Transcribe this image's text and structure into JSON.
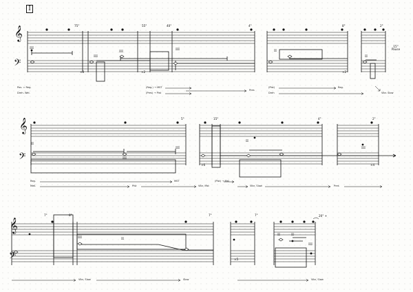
{
  "section": "I",
  "systems": [
    {
      "durations": [
        "75\"",
        "55\"",
        "40\"",
        "4\"",
        "8\"",
        "2\"",
        "15\" Pause"
      ],
      "multipliers": [
        "×3",
        "×2",
        "×2"
      ],
      "bass_marks": [
        "III",
        "III",
        "III",
        "III",
        "II",
        "II"
      ],
      "instructions": [
        {
          "text": "Pos. = Reg."
        },
        {
          "text": "Dreh. Wel."
        },
        {
          "text": "(Reg.) → MST"
        },
        {
          "text": "(Pres) → Pist"
        },
        {
          "text": "Pres"
        },
        {
          "text": "(Pist)"
        },
        {
          "text": "Dreh"
        },
        {
          "text": "Reg."
        },
        {
          "text": "Vibr. Slow"
        }
      ]
    },
    {
      "durations": [
        "5\"",
        "15\"",
        "4\"",
        "2\""
      ],
      "multipliers": [
        "×6",
        "×4"
      ],
      "bass_marks": [
        "II",
        "II",
        "III",
        "III",
        "III"
      ],
      "instructions": [
        {
          "text": "Reg."
        },
        {
          "text": "Mell."
        },
        {
          "text": "Pist"
        },
        {
          "text": "MST"
        },
        {
          "text": "Vibr, Mst"
        },
        {
          "text": "(Pist) → Mst"
        },
        {
          "text": "Vibr, Slow"
        },
        {
          "text": "Pres"
        }
      ]
    },
    {
      "durations": [
        "7\"",
        "8\"",
        "7\"",
        "7\"",
        "20\" +"
      ],
      "multipliers": [
        "×5"
      ],
      "bass_marks": [
        "III",
        "II",
        "II",
        "III",
        "II"
      ],
      "instructions": [
        {
          "text": "Vibr, Slow"
        },
        {
          "text": "Slow"
        },
        {
          "text": "Vibr, Slow"
        }
      ]
    }
  ]
}
